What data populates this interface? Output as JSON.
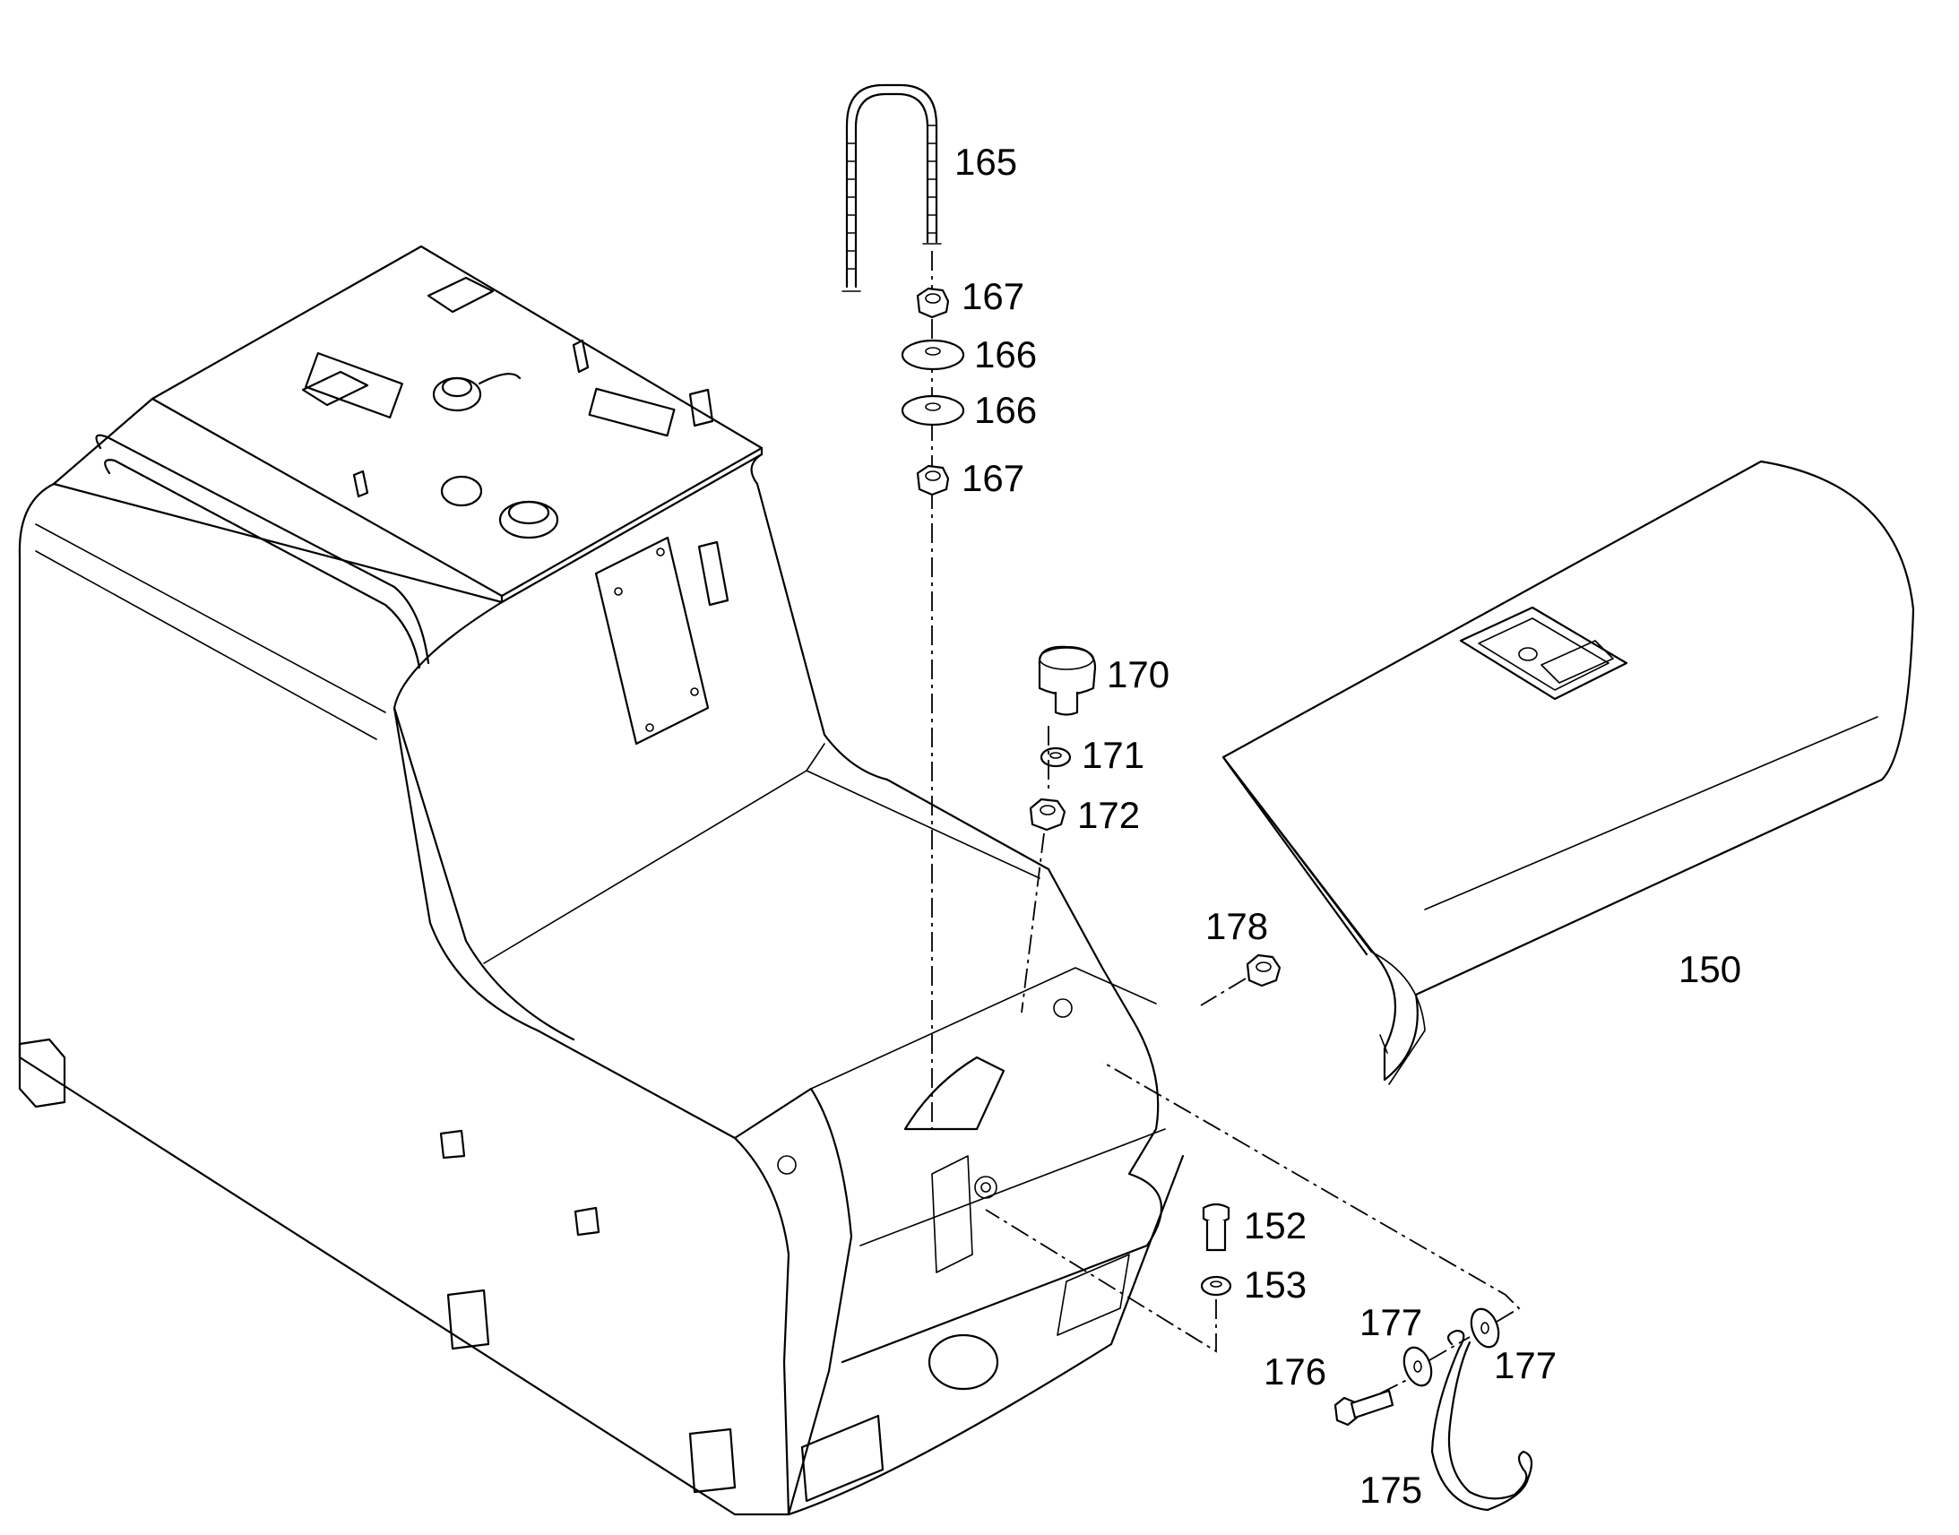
{
  "callouts": {
    "c165": "165",
    "c167a": "167",
    "c166a": "166",
    "c166b": "166",
    "c167b": "167",
    "c170": "170",
    "c171": "171",
    "c172": "172",
    "c178": "178",
    "c150": "150",
    "c152": "152",
    "c153": "153",
    "c177a": "177",
    "c177b": "177",
    "c176": "176",
    "c175": "175"
  }
}
